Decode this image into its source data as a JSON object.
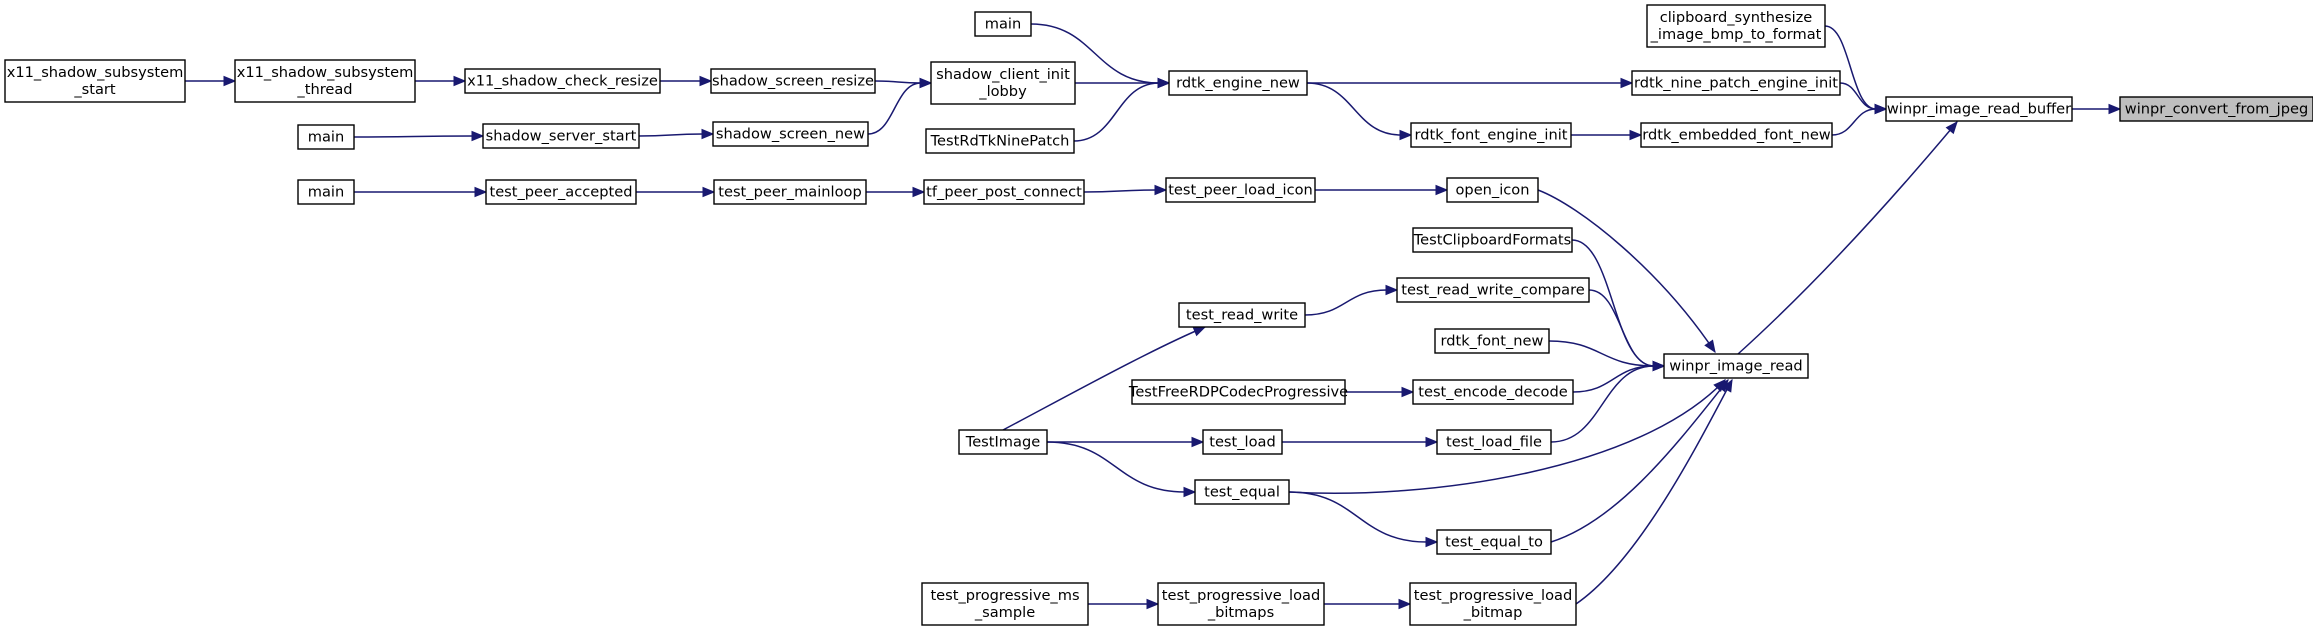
{
  "diagram": {
    "type": "call-graph",
    "colors": {
      "edge": "#191970",
      "node_border": "#000000",
      "root_fill": "#bfbfbf",
      "background": "#ffffff"
    },
    "nodes": [
      {
        "id": "root",
        "lines": [
          "winpr_convert_from_jpeg"
        ],
        "root": true
      },
      {
        "id": "read_buffer",
        "lines": [
          "winpr_image_read_buffer"
        ]
      },
      {
        "id": "clip_synth",
        "lines": [
          "clipboard_synthesize",
          "_image_bmp_to_format"
        ]
      },
      {
        "id": "nine_patch_init",
        "lines": [
          "rdtk_nine_patch_engine_init"
        ]
      },
      {
        "id": "embedded_font_new",
        "lines": [
          "rdtk_embedded_font_new"
        ]
      },
      {
        "id": "image_read",
        "lines": [
          "winpr_image_read"
        ]
      },
      {
        "id": "engine_new",
        "lines": [
          "rdtk_engine_new"
        ]
      },
      {
        "id": "font_engine_init",
        "lines": [
          "rdtk_font_engine_init"
        ]
      },
      {
        "id": "main1",
        "lines": [
          "main"
        ]
      },
      {
        "id": "client_init_lobby",
        "lines": [
          "shadow_client_init",
          "_lobby"
        ]
      },
      {
        "id": "testrdtk",
        "lines": [
          "TestRdTkNinePatch"
        ]
      },
      {
        "id": "screen_resize",
        "lines": [
          "shadow_screen_resize"
        ]
      },
      {
        "id": "screen_new",
        "lines": [
          "shadow_screen_new"
        ]
      },
      {
        "id": "check_resize",
        "lines": [
          "x11_shadow_check_resize"
        ]
      },
      {
        "id": "subsys_thread",
        "lines": [
          "x11_shadow_subsystem",
          "_thread"
        ]
      },
      {
        "id": "subsys_start",
        "lines": [
          "x11_shadow_subsystem",
          "_start"
        ]
      },
      {
        "id": "server_start",
        "lines": [
          "shadow_server_start"
        ]
      },
      {
        "id": "main2",
        "lines": [
          "main"
        ]
      },
      {
        "id": "open_icon",
        "lines": [
          "open_icon"
        ]
      },
      {
        "id": "peer_load_icon",
        "lines": [
          "test_peer_load_icon"
        ]
      },
      {
        "id": "post_connect",
        "lines": [
          "tf_peer_post_connect"
        ]
      },
      {
        "id": "peer_mainloop",
        "lines": [
          "test_peer_mainloop"
        ]
      },
      {
        "id": "peer_accepted",
        "lines": [
          "test_peer_accepted"
        ]
      },
      {
        "id": "main3",
        "lines": [
          "main"
        ]
      },
      {
        "id": "clip_formats",
        "lines": [
          "TestClipboardFormats"
        ]
      },
      {
        "id": "rw_compare",
        "lines": [
          "test_read_write_compare"
        ]
      },
      {
        "id": "read_write",
        "lines": [
          "test_read_write"
        ]
      },
      {
        "id": "font_new",
        "lines": [
          "rdtk_font_new"
        ]
      },
      {
        "id": "encode_decode",
        "lines": [
          "test_encode_decode"
        ]
      },
      {
        "id": "codec_prog",
        "lines": [
          "TestFreeRDPCodecProgressive"
        ]
      },
      {
        "id": "load_file",
        "lines": [
          "test_load_file"
        ]
      },
      {
        "id": "test_load",
        "lines": [
          "test_load"
        ]
      },
      {
        "id": "test_image",
        "lines": [
          "TestImage"
        ]
      },
      {
        "id": "test_equal",
        "lines": [
          "test_equal"
        ]
      },
      {
        "id": "equal_to",
        "lines": [
          "test_equal_to"
        ]
      },
      {
        "id": "prog_load_bitmap",
        "lines": [
          "test_progressive_load",
          "_bitmap"
        ]
      },
      {
        "id": "prog_load_bitmaps",
        "lines": [
          "test_progressive_load",
          "_bitmaps"
        ]
      },
      {
        "id": "prog_ms_sample",
        "lines": [
          "test_progressive_ms",
          "_sample"
        ]
      }
    ],
    "edges": [
      {
        "from": "read_buffer",
        "to": "root"
      },
      {
        "from": "clip_synth",
        "to": "read_buffer"
      },
      {
        "from": "nine_patch_init",
        "to": "read_buffer"
      },
      {
        "from": "embedded_font_new",
        "to": "read_buffer"
      },
      {
        "from": "image_read",
        "to": "read_buffer"
      },
      {
        "from": "engine_new",
        "to": "nine_patch_init"
      },
      {
        "from": "font_engine_init",
        "to": "embedded_font_new"
      },
      {
        "from": "engine_new",
        "to": "font_engine_init"
      },
      {
        "from": "main1",
        "to": "engine_new"
      },
      {
        "from": "client_init_lobby",
        "to": "engine_new"
      },
      {
        "from": "testrdtk",
        "to": "engine_new"
      },
      {
        "from": "screen_resize",
        "to": "client_init_lobby"
      },
      {
        "from": "screen_new",
        "to": "client_init_lobby"
      },
      {
        "from": "check_resize",
        "to": "screen_resize"
      },
      {
        "from": "subsys_thread",
        "to": "check_resize"
      },
      {
        "from": "subsys_start",
        "to": "subsys_thread"
      },
      {
        "from": "server_start",
        "to": "screen_new"
      },
      {
        "from": "main2",
        "to": "server_start"
      },
      {
        "from": "open_icon",
        "to": "image_read"
      },
      {
        "from": "peer_load_icon",
        "to": "open_icon"
      },
      {
        "from": "post_connect",
        "to": "peer_load_icon"
      },
      {
        "from": "peer_mainloop",
        "to": "post_connect"
      },
      {
        "from": "peer_accepted",
        "to": "peer_mainloop"
      },
      {
        "from": "main3",
        "to": "peer_accepted"
      },
      {
        "from": "clip_formats",
        "to": "image_read"
      },
      {
        "from": "rw_compare",
        "to": "image_read"
      },
      {
        "from": "read_write",
        "to": "rw_compare"
      },
      {
        "from": "test_image",
        "to": "read_write"
      },
      {
        "from": "font_new",
        "to": "image_read"
      },
      {
        "from": "encode_decode",
        "to": "image_read"
      },
      {
        "from": "codec_prog",
        "to": "encode_decode"
      },
      {
        "from": "load_file",
        "to": "image_read"
      },
      {
        "from": "test_load",
        "to": "load_file"
      },
      {
        "from": "test_image",
        "to": "test_load"
      },
      {
        "from": "test_equal",
        "to": "image_read"
      },
      {
        "from": "test_image",
        "to": "test_equal"
      },
      {
        "from": "test_equal",
        "to": "equal_to"
      },
      {
        "from": "equal_to",
        "to": "image_read"
      },
      {
        "from": "prog_load_bitmap",
        "to": "image_read"
      },
      {
        "from": "prog_load_bitmaps",
        "to": "prog_load_bitmap"
      },
      {
        "from": "prog_ms_sample",
        "to": "prog_load_bitmaps"
      }
    ]
  }
}
